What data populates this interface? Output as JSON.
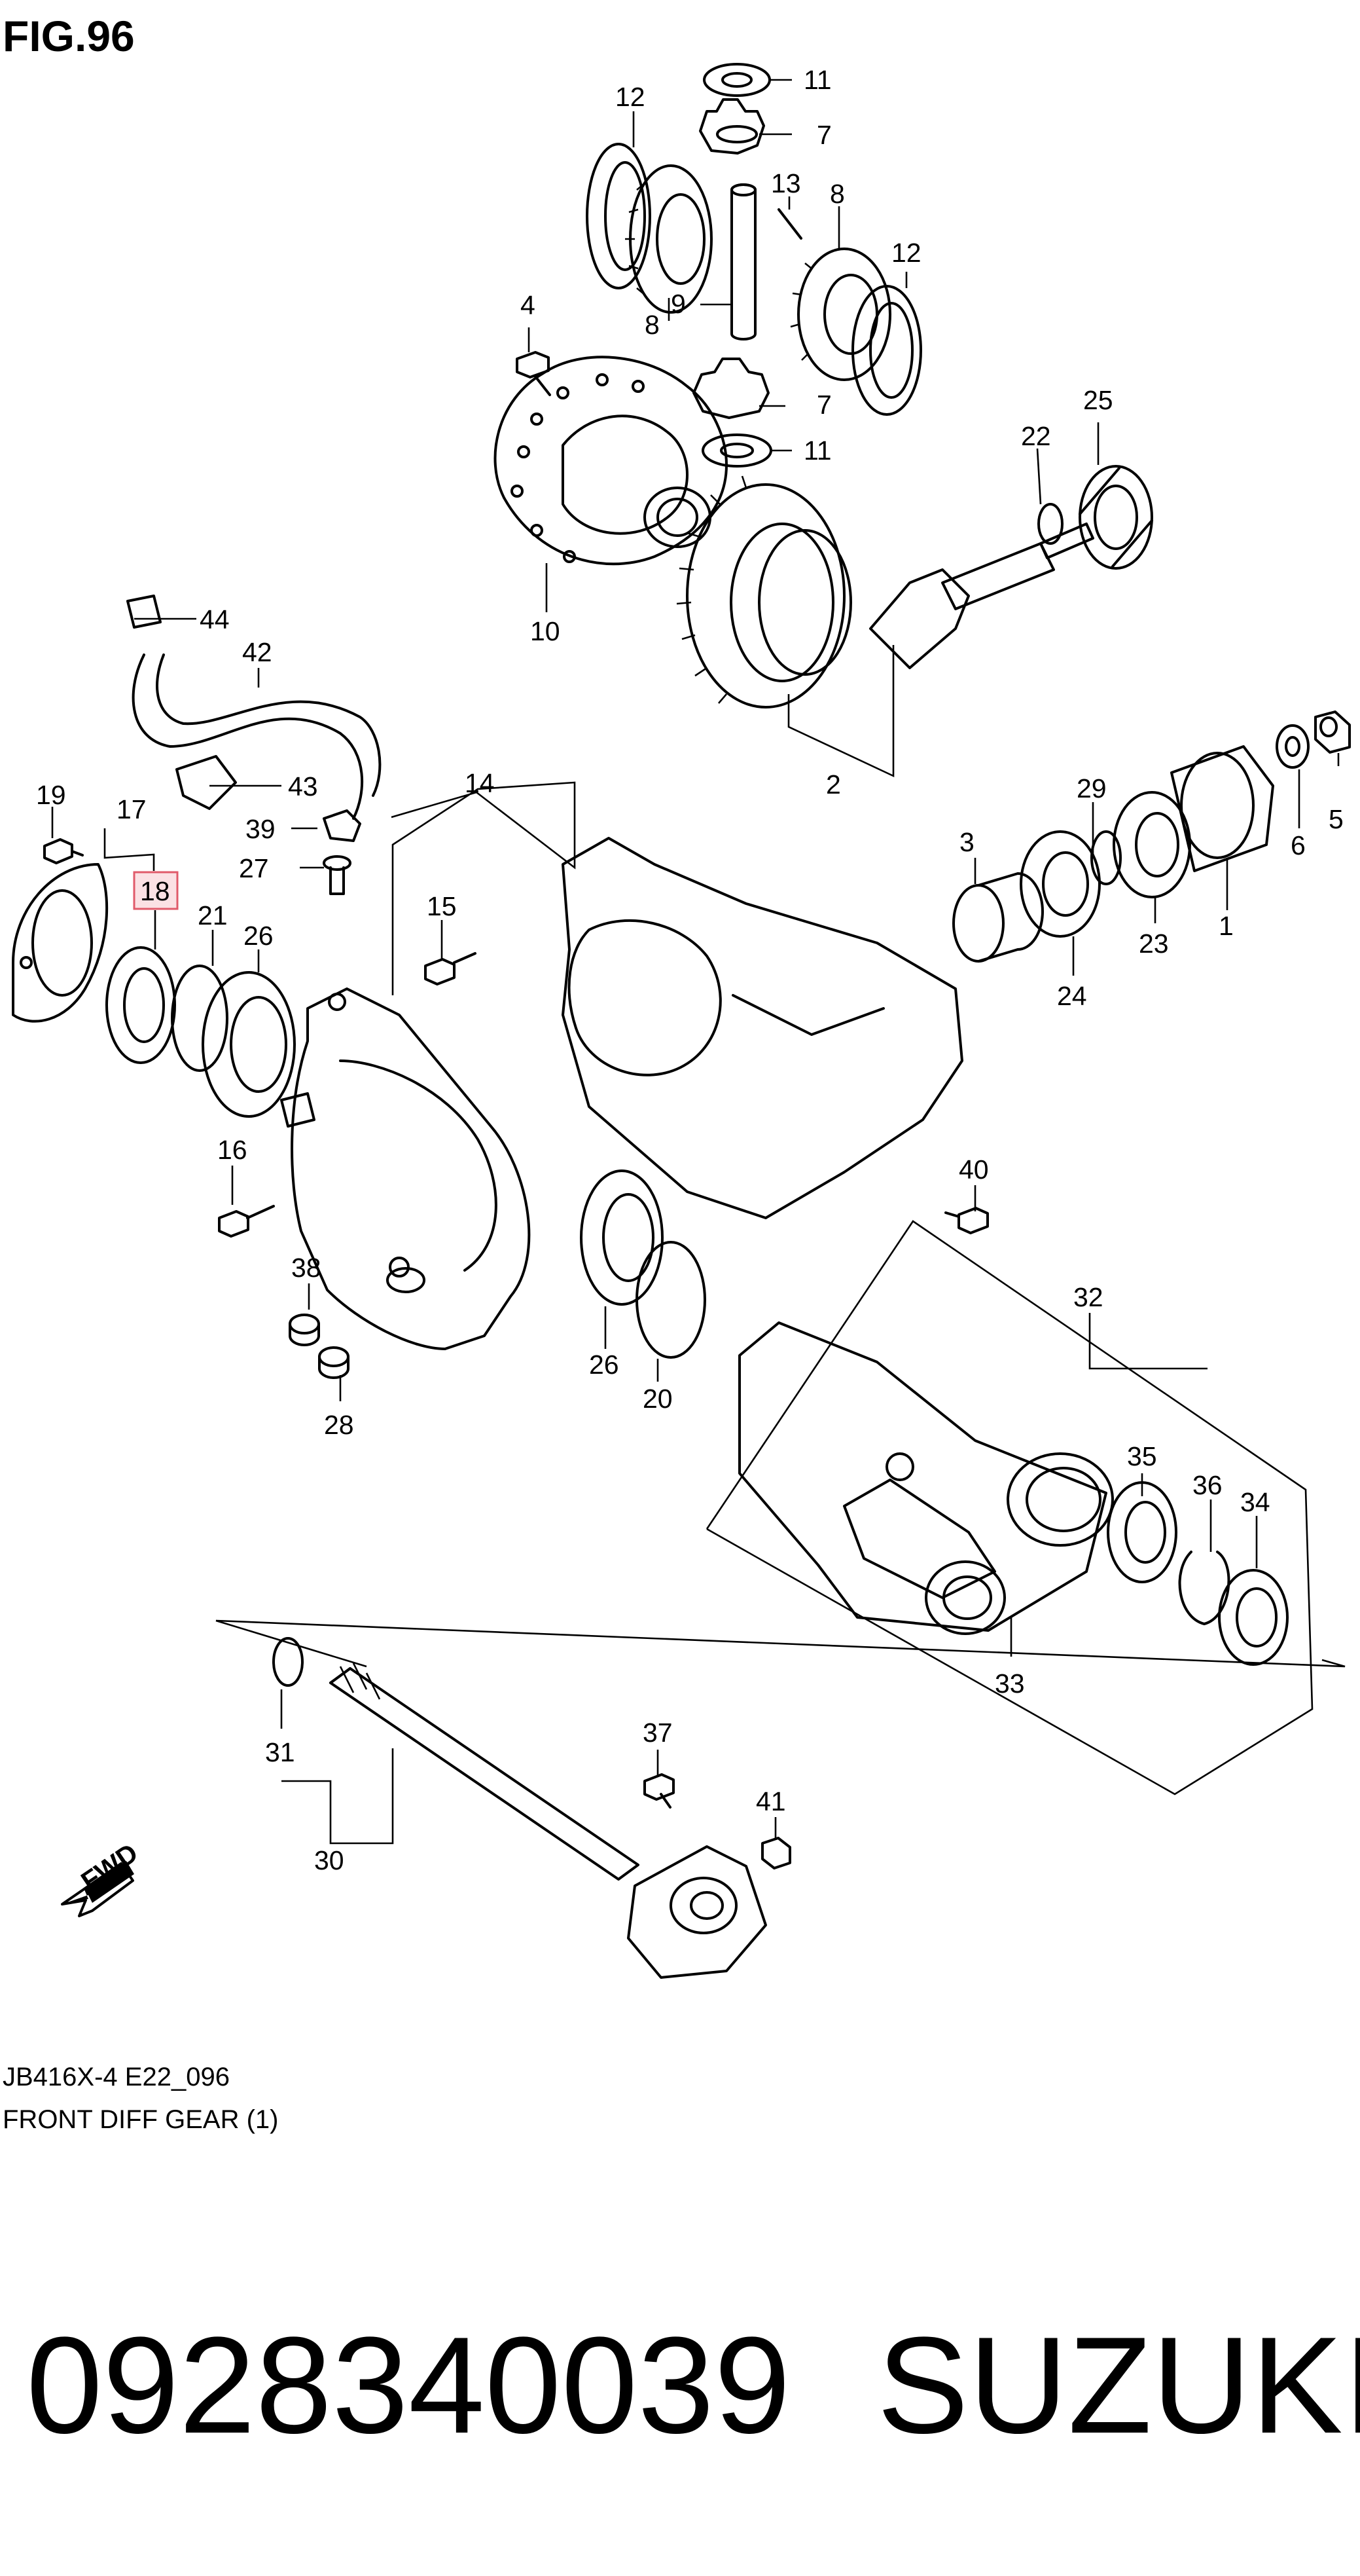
{
  "figure": {
    "title": "FIG.96",
    "model_code": "JB416X-4 E22_096",
    "section_name": "FRONT DIFF GEAR (1)"
  },
  "callouts": {
    "c1": "1",
    "c2": "2",
    "c3": "3",
    "c4": "4",
    "c5": "5",
    "c6": "6",
    "c7a": "7",
    "c7b": "7",
    "c8a": "8",
    "c8b": "8",
    "c9": "9",
    "c10": "10",
    "c11a": "11",
    "c11b": "11",
    "c12a": "12",
    "c12b": "12",
    "c13": "13",
    "c14": "14",
    "c15": "15",
    "c16": "16",
    "c17": "17",
    "c18": "18",
    "c19": "19",
    "c20": "20",
    "c21": "21",
    "c22": "22",
    "c23": "23",
    "c24": "24",
    "c25": "25",
    "c26a": "26",
    "c26b": "26",
    "c27": "27",
    "c28": "28",
    "c29": "29",
    "c30": "30",
    "c31": "31",
    "c32": "32",
    "c33": "33",
    "c34": "34",
    "c35": "35",
    "c36": "36",
    "c37": "37",
    "c38": "38",
    "c39": "39",
    "c40": "40",
    "c41": "41",
    "c42": "42",
    "c43": "43",
    "c44": "44"
  },
  "highlight": {
    "color": "#e05a6a",
    "fill": "#fbe1e4"
  },
  "fwd_label": "FWD",
  "part_number": "0928340039",
  "brand": "SUZUKI"
}
